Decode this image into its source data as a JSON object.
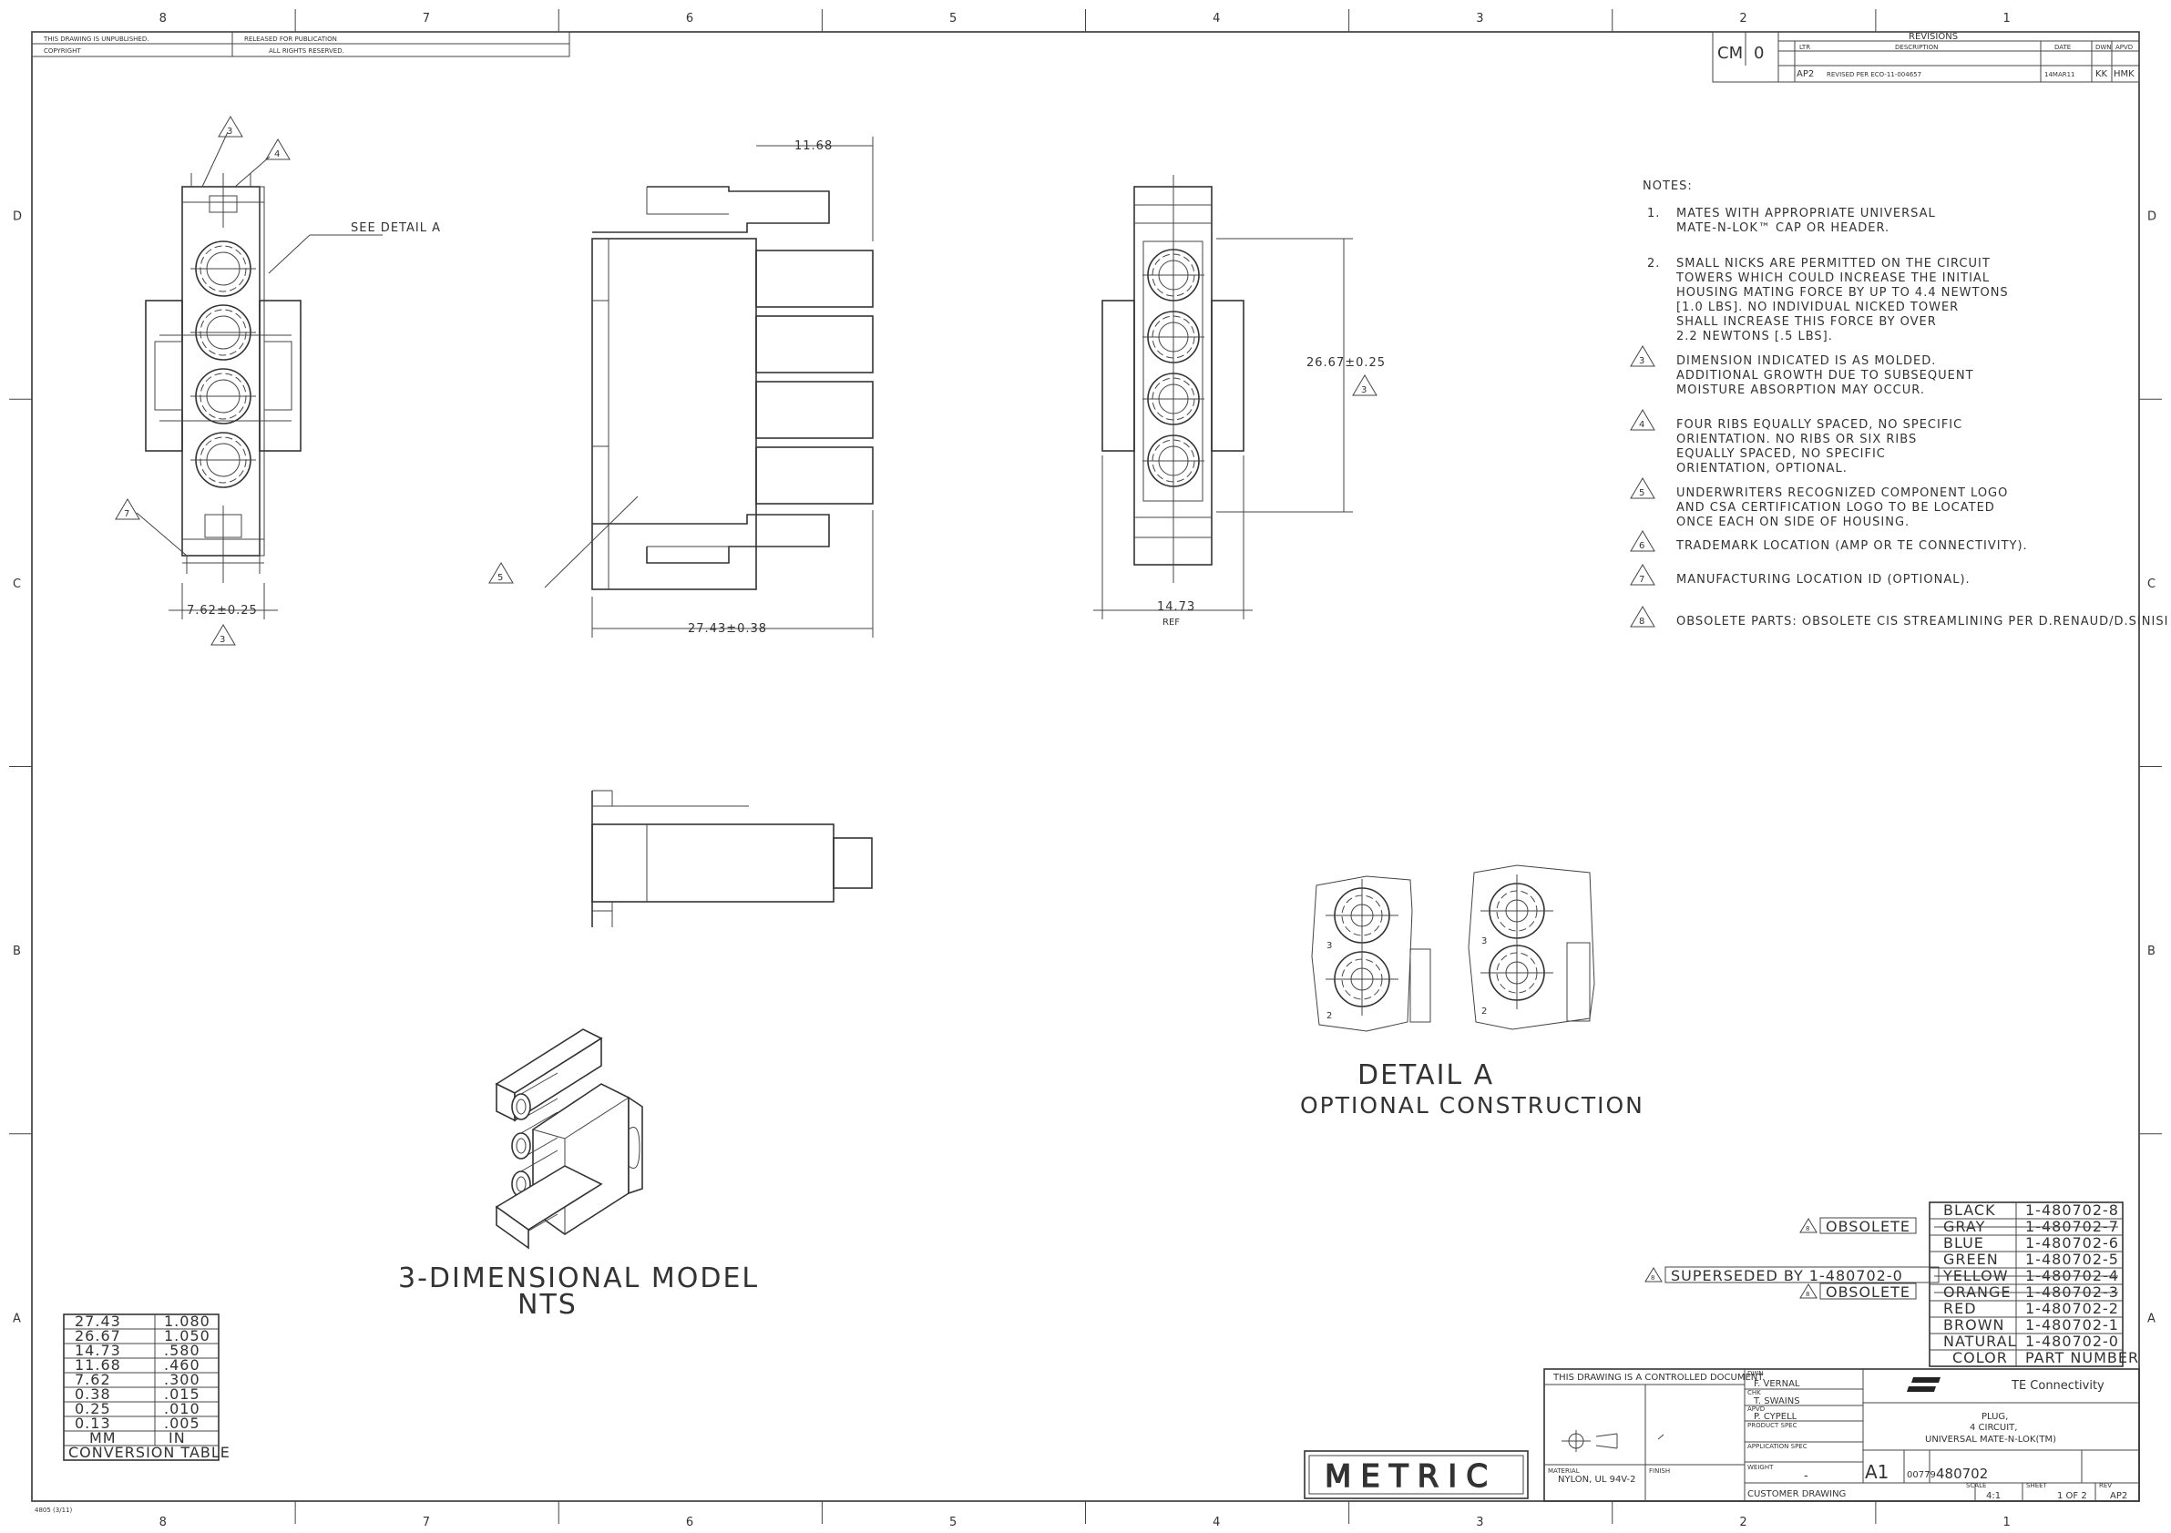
{
  "zone_columns": [
    "8",
    "7",
    "6",
    "5",
    "4",
    "3",
    "2",
    "1"
  ],
  "zone_rows": [
    "D",
    "C",
    "B",
    "A"
  ],
  "header_block": {
    "line1": "THIS DRAWING IS UNPUBLISHED.",
    "line1b": "RELEASED FOR PUBLICATION",
    "line2": "COPYRIGHT",
    "line2b": "ALL RIGHTS RESERVED."
  },
  "revisions": {
    "title": "REVISIONS",
    "dist": "CM",
    "lvl": "0",
    "cols": [
      "LTR",
      "DESCRIPTION",
      "DATE",
      "DWN",
      "APVD"
    ],
    "row": {
      "ltr": "AP2",
      "desc": "REVISED PER ECO-11-004657",
      "date": "14MAR11",
      "dwn": "KK",
      "apvd": "HMK"
    }
  },
  "notes": {
    "title": "NOTES:",
    "items": [
      {
        "num": "1.",
        "flag": false,
        "lines": [
          "MATES WITH APPROPRIATE UNIVERSAL",
          "MATE-N-LOK™ CAP OR HEADER."
        ]
      },
      {
        "num": "2.",
        "flag": false,
        "lines": [
          "SMALL NICKS ARE PERMITTED ON THE CIRCUIT",
          "TOWERS WHICH COULD INCREASE THE INITIAL",
          "HOUSING MATING FORCE BY UP TO 4.4 NEWTONS",
          "[1.0 LBS]. NO INDIVIDUAL NICKED TOWER",
          "SHALL INCREASE THIS FORCE BY OVER",
          "2.2 NEWTONS [.5 LBS]."
        ]
      },
      {
        "num": "3",
        "flag": true,
        "lines": [
          "DIMENSION INDICATED IS AS MOLDED.",
          "ADDITIONAL GROWTH DUE TO SUBSEQUENT",
          "MOISTURE ABSORPTION MAY OCCUR."
        ]
      },
      {
        "num": "4",
        "flag": true,
        "lines": [
          "FOUR RIBS EQUALLY SPACED, NO SPECIFIC",
          "ORIENTATION. NO RIBS OR SIX RIBS",
          "EQUALLY SPACED, NO SPECIFIC",
          "ORIENTATION, OPTIONAL."
        ]
      },
      {
        "num": "5",
        "flag": true,
        "lines": [
          "UNDERWRITERS RECOGNIZED COMPONENT LOGO",
          "AND CSA CERTIFICATION LOGO TO BE LOCATED",
          "ONCE EACH ON SIDE OF HOUSING."
        ]
      },
      {
        "num": "6",
        "flag": true,
        "lines": [
          "TRADEMARK LOCATION (AMP OR TE CONNECTIVITY)."
        ]
      },
      {
        "num": "7",
        "flag": true,
        "lines": [
          "MANUFACTURING LOCATION ID (OPTIONAL)."
        ]
      },
      {
        "num": "8",
        "flag": true,
        "lines": [
          "OBSOLETE PARTS: OBSOLETE CIS STREAMLINING PER D.RENAUD/D.SINISI"
        ]
      }
    ]
  },
  "dimensions": {
    "front_width": "7.62±0.25",
    "side_top": "11.68",
    "side_length": "27.43±0.38",
    "rear_height": "26.67±0.25",
    "rear_width": "14.73",
    "rear_width_ref": "REF",
    "see_detail": "SEE DETAIL A"
  },
  "flags": {
    "f1": "3",
    "f2": "4",
    "f3": "7",
    "f4": "3",
    "f5": "5",
    "f6": "3"
  },
  "detail_label": {
    "line1": "DETAIL A",
    "line2": "OPTIONAL CONSTRUCTION",
    "n3": "3",
    "n2": "2"
  },
  "model_label": {
    "line1": "3-DIMENSIONAL MODEL",
    "line2": "NTS"
  },
  "conversion_table": {
    "rows": [
      [
        "27.43",
        "1.080"
      ],
      [
        "26.67",
        "1.050"
      ],
      [
        "14.73",
        ".580"
      ],
      [
        "11.68",
        ".460"
      ],
      [
        "7.62",
        ".300"
      ],
      [
        "0.38",
        ".015"
      ],
      [
        "0.25",
        ".010"
      ],
      [
        "0.13",
        ".005"
      ]
    ],
    "unit_mm": "MM",
    "unit_in": "IN",
    "title": "CONVERSION TABLE"
  },
  "color_table": {
    "rows": [
      {
        "note": "",
        "color": "BLACK",
        "part": "1-480702-8",
        "struck": false
      },
      {
        "note": "OBSOLETE",
        "color": "GRAY",
        "part": "1-480702-7",
        "struck": true
      },
      {
        "note": "",
        "color": "BLUE",
        "part": "1-480702-6",
        "struck": false
      },
      {
        "note": "",
        "color": "GREEN",
        "part": "1-480702-5",
        "struck": false
      },
      {
        "note": "SUPERSEDED BY 1-480702-0",
        "color": "YELLOW",
        "part": "1-480702-4",
        "struck": true
      },
      {
        "note": "OBSOLETE",
        "color": "ORANGE",
        "part": "1-480702-3",
        "struck": true
      },
      {
        "note": "",
        "color": "RED",
        "part": "1-480702-2",
        "struck": false
      },
      {
        "note": "",
        "color": "BROWN",
        "part": "1-480702-1",
        "struck": false
      },
      {
        "note": "",
        "color": "NATURAL",
        "part": "1-480702-0",
        "struck": false
      }
    ],
    "head_color": "COLOR",
    "head_part": "PART NUMBER",
    "note_flag": "8"
  },
  "title_block": {
    "controlled": "THIS DRAWING IS A CONTROLLED DOCUMENT.",
    "metric": "METRIC",
    "dwn": "DWN",
    "dwn_name": "F. VERNAL",
    "chk": "CHK",
    "chk_name": "T. SWAINS",
    "appd": "APVD",
    "appd_name": "P. CYPELL",
    "product_spec": "PRODUCT SPEC",
    "application_spec": "APPLICATION SPEC",
    "weight": "WEIGHT",
    "weight_val": "-",
    "material": "MATERIAL",
    "material_val": "NYLON, UL 94V-2",
    "finish": "FINISH",
    "company": "TE Connectivity",
    "name_line1": "PLUG,",
    "name_line2": "4 CIRCUIT,",
    "name_line3": "UNIVERSAL MATE-N-LOK(TM)",
    "size": "A1",
    "cage": "00779",
    "dwg_no": "480702",
    "customer": "CUSTOMER DRAWING",
    "scale_label": "SCALE",
    "scale": "4:1",
    "sheet_label": "SHEET",
    "sheet": "1 OF 2",
    "rev_label": "REV",
    "rev": "AP2",
    "footer": "4805 (3/11)"
  }
}
